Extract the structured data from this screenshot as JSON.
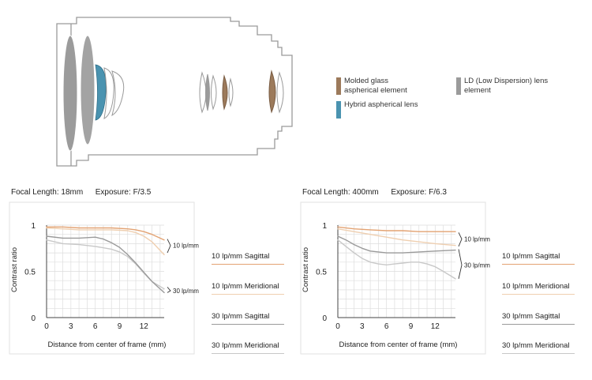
{
  "legend": {
    "molded": {
      "label": "Molded glass aspherical element",
      "color": "#9c7a5b"
    },
    "hybrid": {
      "label": "Hybrid aspherical lens",
      "color": "#4a93b0"
    },
    "ld": {
      "label": "LD (Low Dispersion) lens element",
      "color": "#9b9b9b"
    }
  },
  "colors": {
    "sagittal_10": "#e3a373",
    "meridional_10": "#efcfb0",
    "sagittal_30": "#9a9a9a",
    "meridional_30": "#c8c8c8",
    "grid": "#dddddd",
    "axis": "#444444"
  },
  "chart_data": [
    {
      "type": "line",
      "header": {
        "focal_label": "Focal Length:",
        "focal_value": "18mm",
        "exposure_label": "Exposure:",
        "exposure_value": "F/3.5"
      },
      "xlabel": "Distance from center of frame (mm)",
      "ylabel": "Contrast ratio",
      "xlim": [
        0,
        14.5
      ],
      "ylim": [
        0,
        1
      ],
      "x_ticks": [
        0,
        3,
        6,
        9,
        12
      ],
      "y_ticks": [
        {
          "value": 0,
          "label": "0"
        },
        {
          "value": 0.5,
          "label": "0.5"
        },
        {
          "value": 1,
          "label": "1"
        }
      ],
      "grid": true,
      "annotations": [
        {
          "label": "10 lp/mm",
          "y_range": [
            0.85,
            0.7
          ],
          "label_y": 0.78
        },
        {
          "label": "30 lp/mm",
          "y_range": [
            0.33,
            0.27
          ],
          "label_y": 0.29
        }
      ],
      "series": [
        {
          "name": "10 lp/mm Sagittal",
          "key": "sagittal_10",
          "x": [
            0,
            2,
            4,
            6,
            8,
            10,
            11,
            12,
            13,
            14.5
          ],
          "y": [
            0.98,
            0.98,
            0.97,
            0.97,
            0.97,
            0.96,
            0.95,
            0.93,
            0.9,
            0.84
          ]
        },
        {
          "name": "10 lp/mm Meridional",
          "key": "meridional_10",
          "x": [
            0,
            2,
            4,
            6,
            8,
            10,
            11,
            12,
            13,
            14.5
          ],
          "y": [
            0.97,
            0.96,
            0.95,
            0.95,
            0.95,
            0.94,
            0.92,
            0.88,
            0.82,
            0.68
          ]
        },
        {
          "name": "30 lp/mm Sagittal",
          "key": "sagittal_30",
          "x": [
            0,
            2,
            4,
            6,
            7,
            8,
            9,
            10,
            11,
            12,
            13,
            14.5
          ],
          "y": [
            0.88,
            0.86,
            0.86,
            0.87,
            0.85,
            0.81,
            0.76,
            0.68,
            0.59,
            0.49,
            0.39,
            0.27
          ]
        },
        {
          "name": "30 lp/mm Meridional",
          "key": "meridional_30",
          "x": [
            0,
            2,
            4,
            6,
            8,
            9,
            10,
            11,
            12,
            13,
            14.5
          ],
          "y": [
            0.84,
            0.8,
            0.79,
            0.77,
            0.74,
            0.71,
            0.66,
            0.58,
            0.48,
            0.39,
            0.31
          ]
        }
      ]
    },
    {
      "type": "line",
      "header": {
        "focal_label": "Focal Length:",
        "focal_value": "400mm",
        "exposure_label": "Exposure:",
        "exposure_value": "F/6.3"
      },
      "xlabel": "Distance from center of frame (mm)",
      "ylabel": "Contrast ratio",
      "xlim": [
        0,
        14.5
      ],
      "ylim": [
        0,
        1
      ],
      "x_ticks": [
        0,
        3,
        6,
        9,
        12
      ],
      "y_ticks": [
        {
          "value": 0,
          "label": "0"
        },
        {
          "value": 0.5,
          "label": "0.5"
        },
        {
          "value": 1,
          "label": "1"
        }
      ],
      "grid": true,
      "annotations": [
        {
          "label": "10 lp/mm",
          "y_range": [
            0.92,
            0.77
          ],
          "label_y": 0.85
        },
        {
          "label": "30 lp/mm",
          "y_range": [
            0.74,
            0.42
          ],
          "label_y": 0.57
        }
      ],
      "series": [
        {
          "name": "10 lp/mm Sagittal",
          "key": "sagittal_10",
          "x": [
            0,
            2,
            4,
            6,
            8,
            10,
            12,
            14.5
          ],
          "y": [
            0.98,
            0.96,
            0.95,
            0.94,
            0.94,
            0.93,
            0.93,
            0.93
          ]
        },
        {
          "name": "10 lp/mm Meridional",
          "key": "meridional_10",
          "x": [
            0,
            2,
            4,
            6,
            8,
            10,
            12,
            14.5
          ],
          "y": [
            0.96,
            0.93,
            0.9,
            0.87,
            0.84,
            0.82,
            0.8,
            0.78
          ]
        },
        {
          "name": "30 lp/mm Sagittal",
          "key": "sagittal_30",
          "x": [
            0,
            1,
            2,
            3,
            4,
            5,
            6,
            8,
            10,
            12,
            14.5
          ],
          "y": [
            0.88,
            0.84,
            0.79,
            0.75,
            0.72,
            0.71,
            0.7,
            0.7,
            0.71,
            0.72,
            0.73
          ]
        },
        {
          "name": "30 lp/mm Meridional",
          "key": "meridional_30",
          "x": [
            0,
            1,
            2,
            3,
            4,
            5,
            6,
            7,
            8,
            9,
            10,
            11,
            12,
            13,
            14.5
          ],
          "y": [
            0.84,
            0.77,
            0.7,
            0.64,
            0.6,
            0.58,
            0.57,
            0.58,
            0.59,
            0.6,
            0.6,
            0.58,
            0.55,
            0.5,
            0.42
          ]
        }
      ]
    }
  ]
}
